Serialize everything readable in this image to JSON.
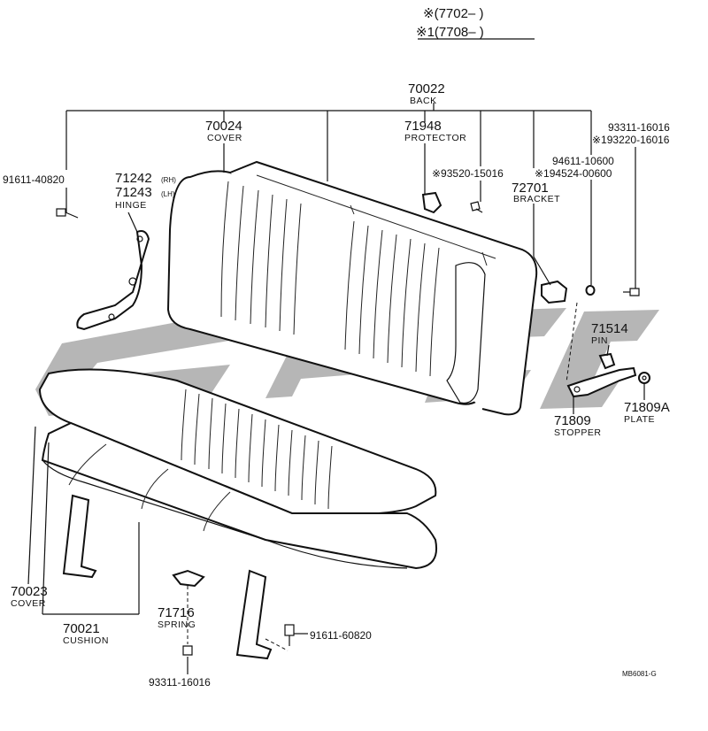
{
  "header": {
    "line1": "※(7702–        )",
    "line2": "※1(7708–          )"
  },
  "labels": {
    "p70022": {
      "num": "70022",
      "cap": "BACK"
    },
    "p70024": {
      "num": "70024",
      "cap": "COVER"
    },
    "p71948": {
      "num": "71948",
      "cap": "PROTECTOR"
    },
    "p93311a": {
      "num": "93311-16016"
    },
    "p193220": {
      "num": "※193220-16016"
    },
    "p91611a": {
      "num": "91611-40820"
    },
    "p71242": {
      "num": "71242",
      "suffix": "(RH)"
    },
    "p71243": {
      "num": "71243",
      "suffix": "(LH)"
    },
    "hinge": {
      "cap": "HINGE"
    },
    "p93520": {
      "num": "※93520-15016"
    },
    "p94611": {
      "num": "94611-10600"
    },
    "p194524": {
      "num": "※194524-00600"
    },
    "p72701": {
      "num": "72701",
      "cap": "BRACKET"
    },
    "p71514": {
      "num": "71514",
      "cap": "PIN"
    },
    "p71809": {
      "num": "71809",
      "cap": "STOPPER"
    },
    "p71809a": {
      "num": "71809A",
      "cap": "PLATE"
    },
    "p70023": {
      "num": "70023",
      "cap": "COVER"
    },
    "p70021": {
      "num": "70021",
      "cap": "CUSHION"
    },
    "p71716": {
      "num": "71716",
      "cap": "SPRING"
    },
    "p91611b": {
      "num": "91611-60820"
    },
    "p93311b": {
      "num": "93311-16016"
    }
  },
  "code": "MB6081-G"
}
